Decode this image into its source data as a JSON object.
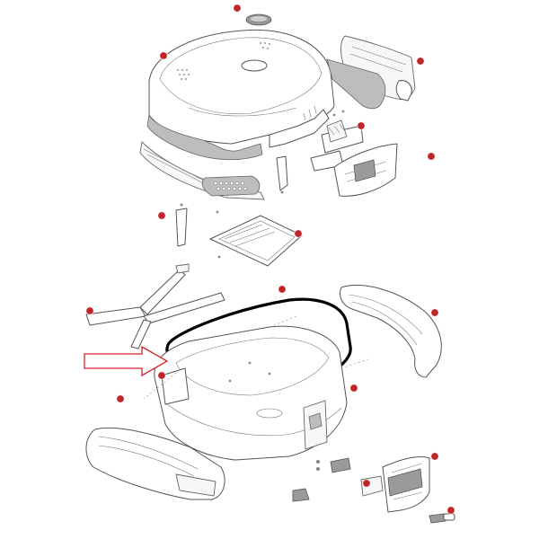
{
  "diagram": {
    "kind": "exploded parts view",
    "colors": {
      "callout": "#c0252b",
      "arrow": "#d2232a",
      "gasket": "#000000",
      "line": "#555555"
    },
    "callouts": [
      {
        "id": "7",
        "label": ""
      },
      {
        "id": "1",
        "label": ""
      },
      {
        "id": "8",
        "label": ""
      },
      {
        "id": "4",
        "label": ""
      },
      {
        "id": "5",
        "label": ""
      },
      {
        "id": "10",
        "label": ""
      },
      {
        "id": "11",
        "label": ""
      },
      {
        "id": "6",
        "label": ""
      },
      {
        "id": "14",
        "label": ""
      },
      {
        "id": "13",
        "label": ""
      },
      {
        "id": "12",
        "label": ""
      },
      {
        "id": "2",
        "label": ""
      },
      {
        "id": "9",
        "label": ""
      },
      {
        "id": "3",
        "label": ""
      },
      {
        "id": "15",
        "label": ""
      },
      {
        "id": "17",
        "label": ""
      }
    ]
  }
}
